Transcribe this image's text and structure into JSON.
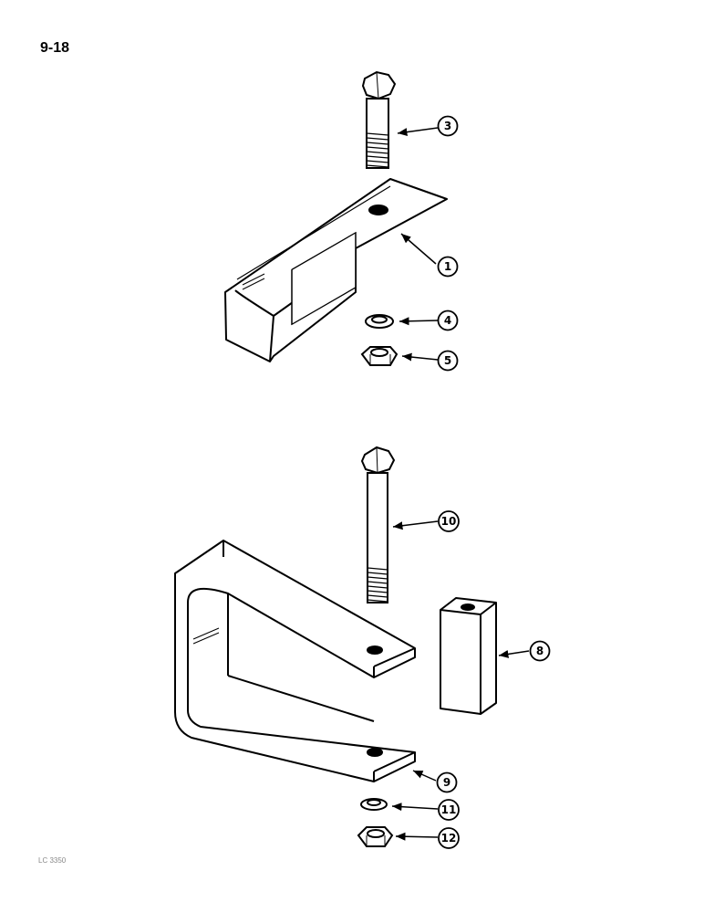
{
  "page": {
    "number": "9-18",
    "footer_code": "LC 3350"
  },
  "callouts": {
    "c1": "1",
    "c3": "3",
    "c4": "4",
    "c5": "5",
    "c8": "8",
    "c9": "9",
    "c10": "10",
    "c11": "11",
    "c12": "12"
  }
}
